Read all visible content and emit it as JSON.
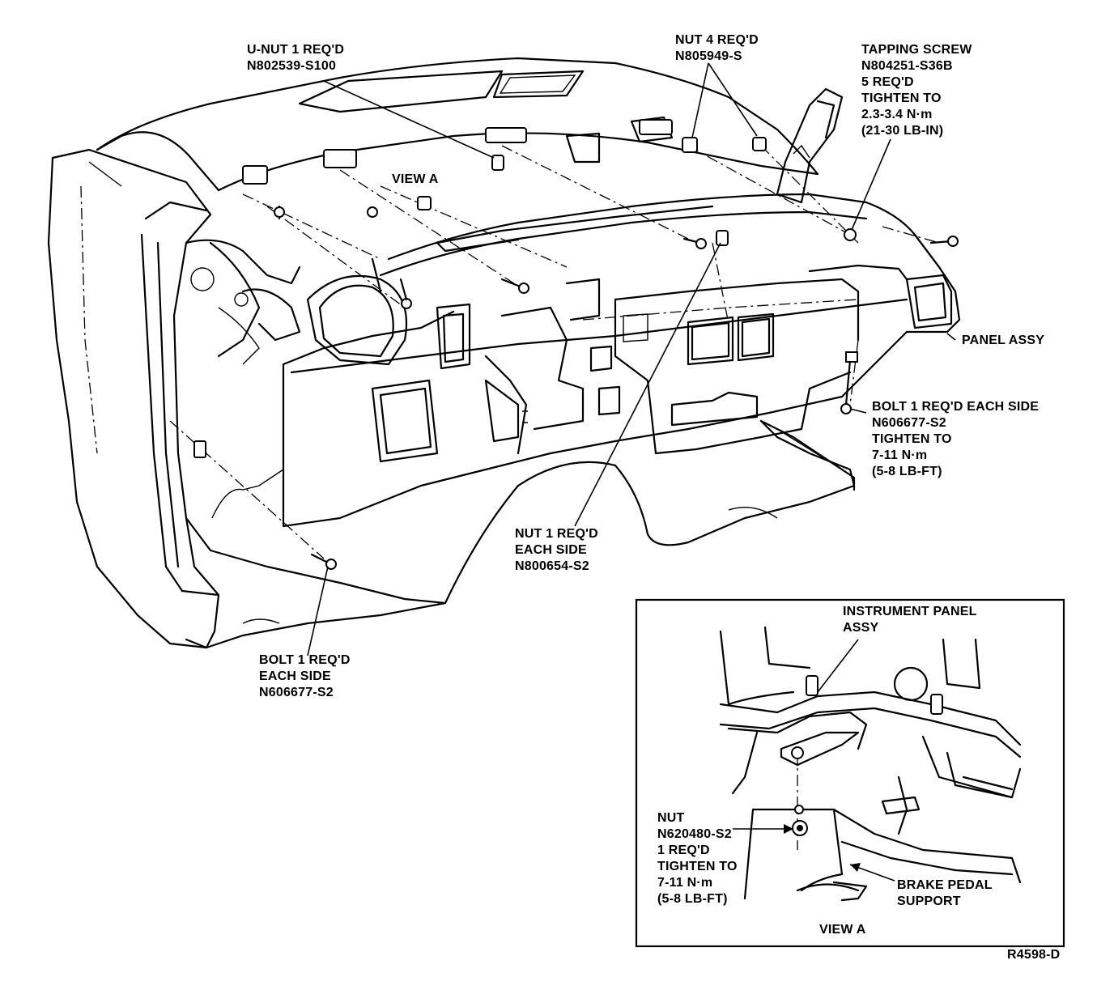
{
  "labels": {
    "unut": [
      "U-NUT 1 REQ'D",
      "N802539-S100"
    ],
    "nut4": [
      "NUT 4 REQ'D",
      "N805949-S"
    ],
    "tapping": [
      "TAPPING SCREW",
      "N804251-S36B",
      "5 REQ'D",
      "TIGHTEN TO",
      "2.3-3.4 N·m",
      "(21-30 LB-IN)"
    ],
    "view_a_callout": "VIEW A",
    "panel_assy": "PANEL ASSY",
    "bolt_right": [
      "BOLT 1 REQ'D EACH SIDE",
      "N606677-S2",
      "TIGHTEN TO",
      "7-11 N·m",
      "(5-8 LB-FT)"
    ],
    "nut_each": [
      "NUT 1 REQ'D",
      "EACH SIDE",
      "N800654-S2"
    ],
    "bolt_left": [
      "BOLT 1 REQ'D",
      "EACH SIDE",
      "N606677-S2"
    ]
  },
  "inset": {
    "instrument_panel": [
      "INSTRUMENT PANEL",
      "ASSY"
    ],
    "nut": [
      "NUT",
      "N620480-S2",
      "1 REQ'D",
      "TIGHTEN TO",
      "7-11 N·m",
      "(5-8 LB-FT)"
    ],
    "brake": [
      "BRAKE PEDAL",
      "SUPPORT"
    ],
    "title": "VIEW A"
  },
  "figure_id": "R4598-D"
}
